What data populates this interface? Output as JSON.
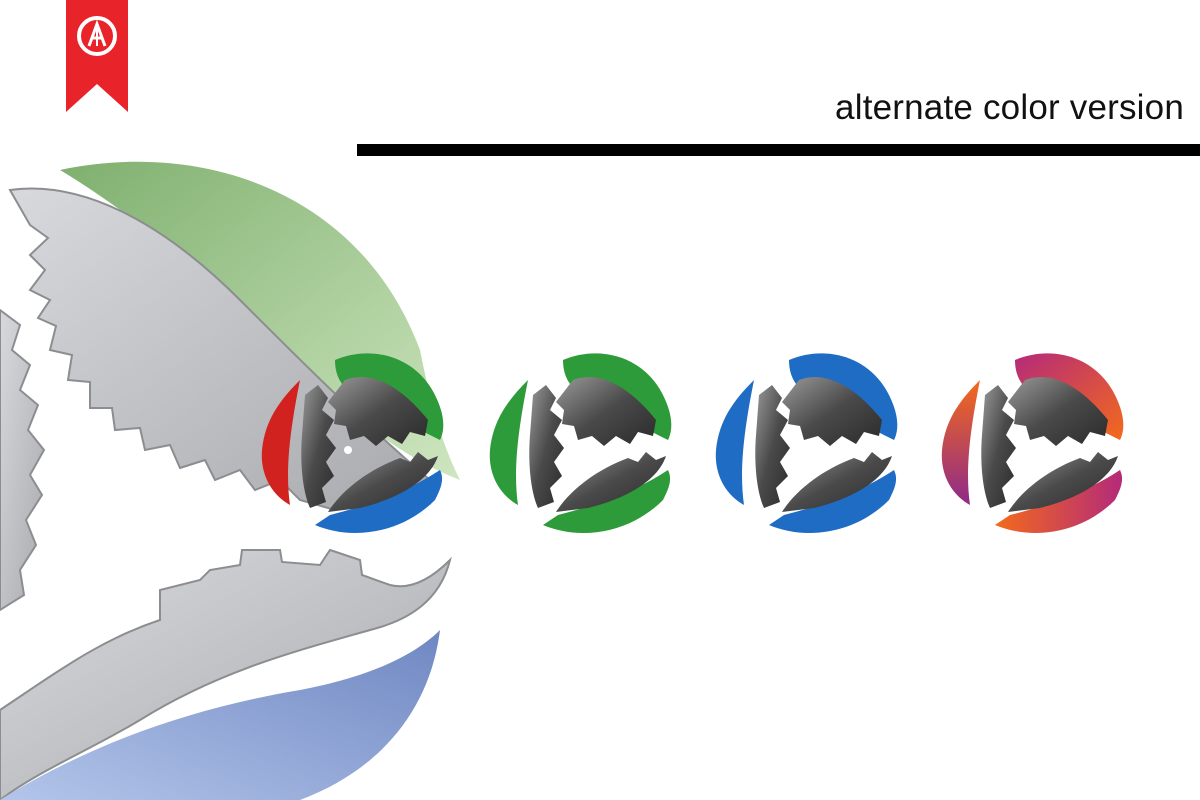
{
  "heading": "alternate color version",
  "badge": {
    "icon": "monogram-ribbon-icon",
    "color": "#e8232a"
  },
  "hero": {
    "icon": "gear-leaf-large-detail-icon",
    "colors": {
      "leaf_top": "#9cc98a",
      "leaf_bottom": "#8ea6d6",
      "gear": "#bdbec2"
    }
  },
  "logos": [
    {
      "icon": "gear-leaf-logo-icon",
      "variant": "red-green-blue",
      "colors": [
        "#d2221f",
        "#2e9b3a",
        "#1f6cc4"
      ]
    },
    {
      "icon": "gear-leaf-logo-icon",
      "variant": "all-green",
      "colors": [
        "#2e9b3a",
        "#2e9b3a",
        "#2e9b3a"
      ]
    },
    {
      "icon": "gear-leaf-logo-icon",
      "variant": "all-blue",
      "colors": [
        "#1f6cc4",
        "#1f6cc4",
        "#1f6cc4"
      ]
    },
    {
      "icon": "gear-leaf-logo-icon",
      "variant": "orange-purple",
      "colors": [
        "#f36a1c",
        "#e0283a",
        "#f0542a"
      ]
    }
  ]
}
